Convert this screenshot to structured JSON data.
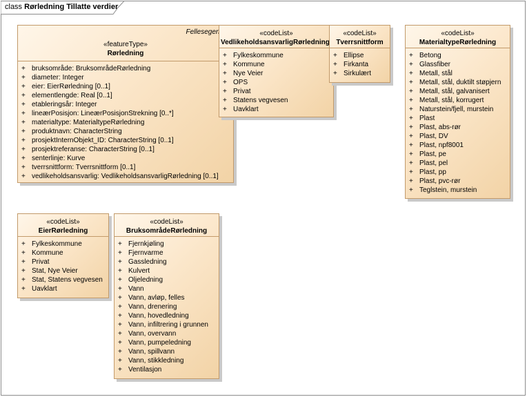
{
  "frame": {
    "keyword": "class",
    "name": "Rørledning Tillatte verdier"
  },
  "classes": {
    "rorledning": {
      "package": "Fellesegenska",
      "stereotype": "«featureType»",
      "name": "Rørledning",
      "visibility": "+",
      "attributes": [
        "bruksområde: BruksområdeRørledning",
        "diameter: Integer",
        "eier: EierRørledning [0..1]",
        "elementlengde: Real [0..1]",
        "etableringsår: Integer",
        "lineærPosisjon: LineærPosisjonStrekning [0..*]",
        "materialtype: MaterialtypeRørledning",
        "produktnavn: CharacterString",
        "prosjektInternObjekt_ID: CharacterString [0..1]",
        "prosjektreferanse: CharacterString [0..1]",
        "senterlinje: Kurve",
        "tverrsnittform: Tverrsnittform [0..1]",
        "vedlikeholdsansvarlig: VedlikeholdsansvarligRørledning [0..1]"
      ]
    },
    "vedlikehold": {
      "stereotype": "«codeList»",
      "name": "VedlikeholdsansvarligRørledning",
      "visibility": "+",
      "attributes": [
        "Fylkeskommune",
        "Kommune",
        "Nye Veier",
        "OPS",
        "Privat",
        "Statens vegvesen",
        "Uavklart"
      ]
    },
    "tverrsnittform": {
      "stereotype": "«codeList»",
      "name": "Tverrsnittform",
      "visibility": "+",
      "attributes": [
        "Ellipse",
        "Firkanta",
        "Sirkulært"
      ]
    },
    "materialtype": {
      "stereotype": "«codeList»",
      "name": "MaterialtypeRørledning",
      "visibility": "+",
      "attributes": [
        "Betong",
        "Glassfiber",
        "Metall, stål",
        "Metall, stål, duktilt støpjern",
        "Metall, stål, galvanisert",
        "Metall, stål, korrugert",
        "Naturstein/fjell, murstein",
        "Plast",
        "Plast, abs-rør",
        "Plast, DV",
        "Plast, npf8001",
        "Plast, pe",
        "Plast, pel",
        "Plast, pp",
        "Plast, pvc-rør",
        "Teglstein, murstein"
      ]
    },
    "eier": {
      "stereotype": "«codeList»",
      "name": "EierRørledning",
      "visibility": "+",
      "attributes": [
        "Fylkeskommune",
        "Kommune",
        "Privat",
        "Stat, Nye Veier",
        "Stat, Statens vegvesen",
        "Uavklart"
      ]
    },
    "bruksomrade": {
      "stereotype": "«codeList»",
      "name": "BruksområdeRørledning",
      "visibility": "+",
      "attributes": [
        "Fjernkjøling",
        "Fjernvarme",
        "Gassledning",
        "Kulvert",
        "Oljeledning",
        "Vann",
        "Vann, avløp, felles",
        "Vann, drenering",
        "Vann, hovedledning",
        "Vann, infiltrering i grunnen",
        "Vann, overvann",
        "Vann, pumpeledning",
        "Vann, spillvann",
        "Vann, stikkledning",
        "Ventilasjon"
      ]
    }
  }
}
